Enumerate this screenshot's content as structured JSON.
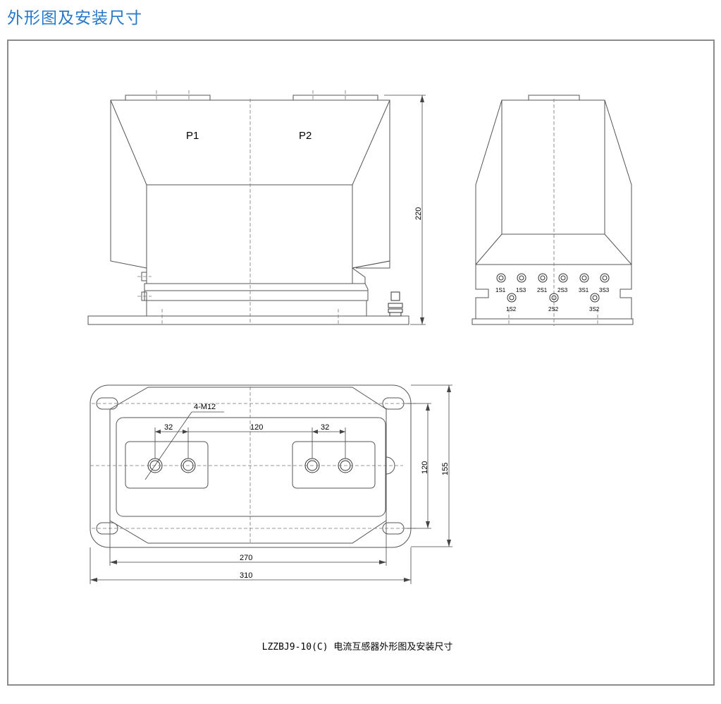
{
  "page": {
    "title": "外形图及安装尺寸"
  },
  "front_view": {
    "labels": [
      "P1",
      "P2"
    ],
    "height_dim": "220"
  },
  "side_view": {
    "terminals_top": [
      "1S1",
      "1S3",
      "2S1",
      "2S3",
      "3S1",
      "3S3"
    ],
    "terminals_bottom": [
      "1S2",
      "2S2",
      "3S2"
    ]
  },
  "top_view": {
    "bolt_label": "4-M12",
    "dims": {
      "spacing_left": "32",
      "spacing_mid": "120",
      "spacing_right": "32",
      "inner_height": "120",
      "outer_height": "155",
      "inner_width": "270",
      "outer_width": "310"
    }
  },
  "caption": "LZZBJ9-10(C) 电流互感器外形图及安装尺寸",
  "colors": {
    "title": "#2878c8",
    "frame": "#8c8c8c",
    "outline": "#555555"
  }
}
